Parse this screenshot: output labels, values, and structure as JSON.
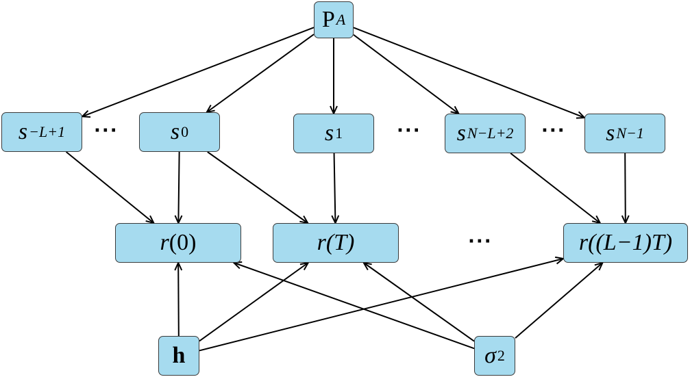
{
  "nodes": {
    "pa": {
      "main": "P",
      "sub": "A"
    },
    "s_neg": {
      "main": "s",
      "sub": "−L+1"
    },
    "s0": {
      "main": "s",
      "sub": "0"
    },
    "s1": {
      "main": "s",
      "sub": "1"
    },
    "s_nl2": {
      "main": "s",
      "sub": "N−L+2"
    },
    "s_n1": {
      "main": "s",
      "sub": "N−1"
    },
    "r0": {
      "main": "r",
      "arg": "(0)"
    },
    "rt": {
      "main": "r",
      "arg": "(T)"
    },
    "rl": {
      "main": "r",
      "arg": "((L−1)T)"
    },
    "h": {
      "main": "h"
    },
    "sigma": {
      "main": "σ",
      "sup": "2"
    }
  },
  "ellipses": [
    "···",
    "···",
    "···",
    "···"
  ],
  "edges": [
    [
      "pa",
      "s_neg"
    ],
    [
      "pa",
      "s0"
    ],
    [
      "pa",
      "s1"
    ],
    [
      "pa",
      "s_nl2"
    ],
    [
      "pa",
      "s_n1"
    ],
    [
      "s_neg",
      "r0"
    ],
    [
      "s0",
      "r0"
    ],
    [
      "s0",
      "rt"
    ],
    [
      "s1",
      "rt"
    ],
    [
      "s_nl2",
      "rl"
    ],
    [
      "s_n1",
      "rl"
    ],
    [
      "h",
      "r0"
    ],
    [
      "h",
      "rt"
    ],
    [
      "h",
      "rl"
    ],
    [
      "sigma",
      "r0"
    ],
    [
      "sigma",
      "rt"
    ],
    [
      "sigma",
      "rl"
    ]
  ],
  "colors": {
    "node_fill": "#a6dbef",
    "node_border": "#3a3a3a",
    "edge": "#000000"
  }
}
